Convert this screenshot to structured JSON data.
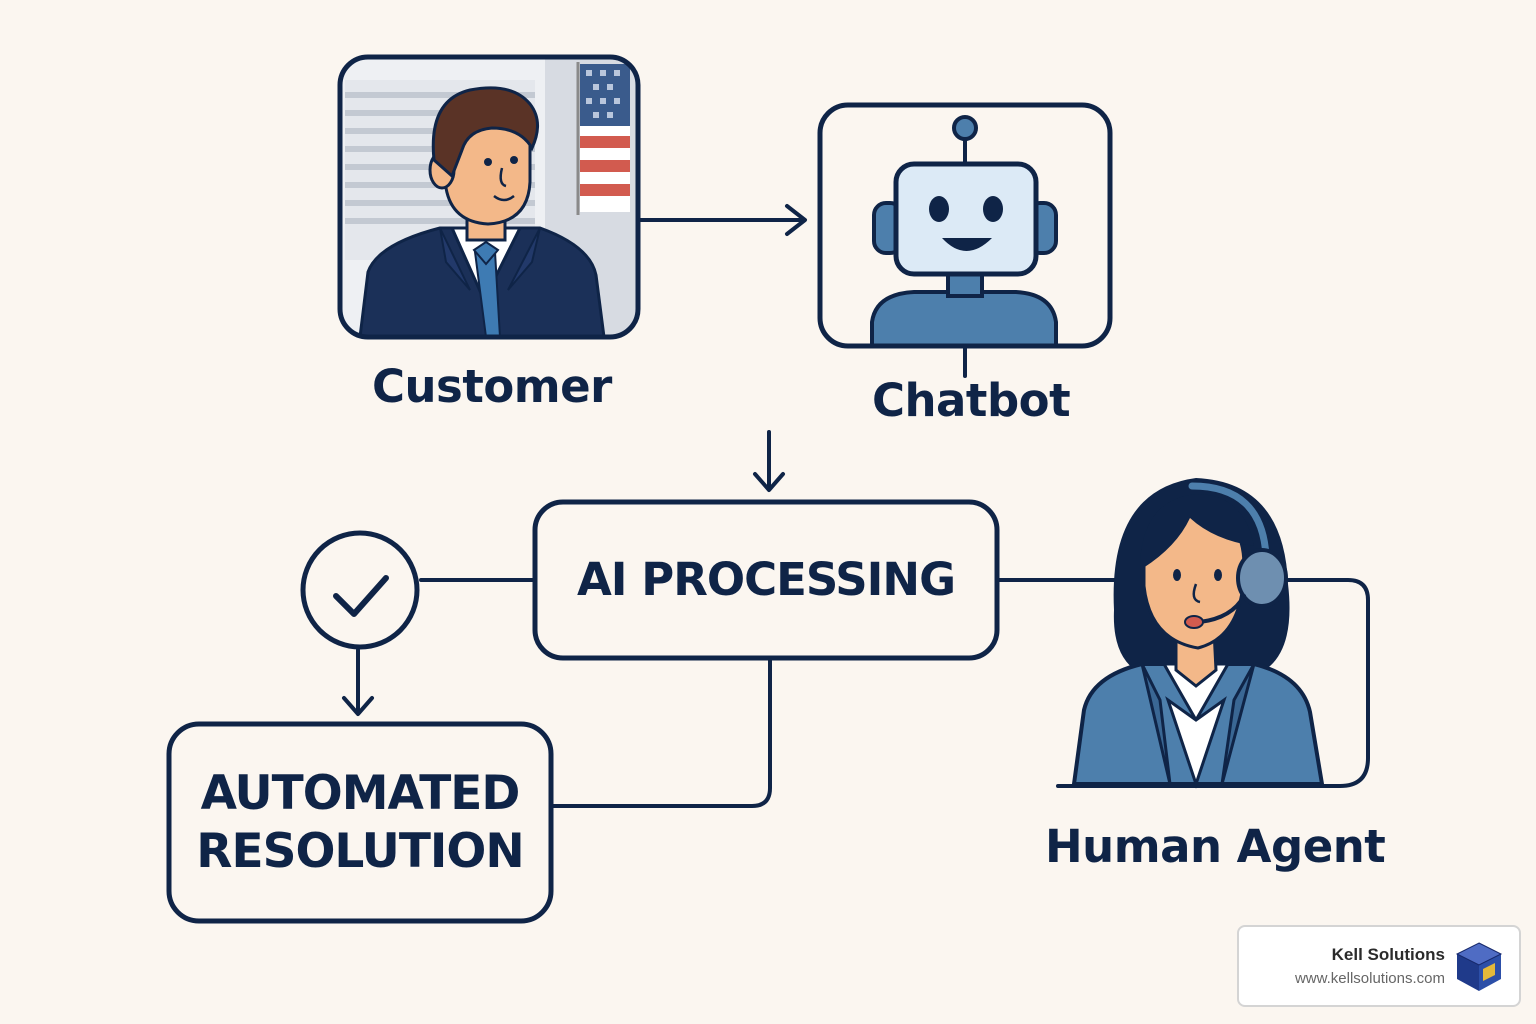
{
  "nodes": {
    "customer": {
      "label": "Customer"
    },
    "chatbot": {
      "label": "Chatbot"
    },
    "ai_processing": {
      "label": "AI PROCESSING"
    },
    "automated_resolution": {
      "line1": "AUTOMATED",
      "line2": "RESOLUTION"
    },
    "human_agent": {
      "label": "Human Agent"
    }
  },
  "branding": {
    "name": "Kell Solutions",
    "url": "www.kellsolutions.com"
  },
  "colors": {
    "background": "#fbf6f0",
    "stroke": "#0f2447",
    "accent_blue": "#4d7fac",
    "robot_face": "#dceaf6"
  },
  "icons": [
    "customer-portrait-icon",
    "robot-icon",
    "checkmark-icon",
    "agent-headset-icon",
    "cube-logo-icon"
  ]
}
